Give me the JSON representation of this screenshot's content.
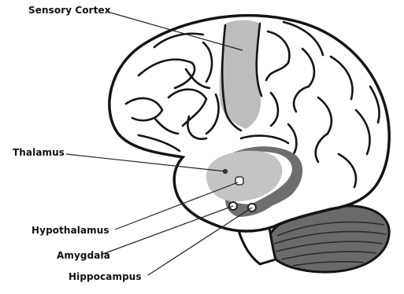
{
  "labels": {
    "sensory_cortex": "Sensory Cortex",
    "thalamus": "Thalamus",
    "hypothalamus": "Hypothalamus",
    "amygdala": "Amygdala",
    "hippocampus": "Hippocampus"
  },
  "colors": {
    "outline": "#141414",
    "brain_fill": "#ffffff",
    "sensory_cortex_fill": "#bdbdbd",
    "thalamus_fill": "#c4c4c4",
    "limbic_band": "#6e6e6e",
    "cerebellum": "#6a6a6a",
    "structure_dot": "#4a4a4a"
  }
}
